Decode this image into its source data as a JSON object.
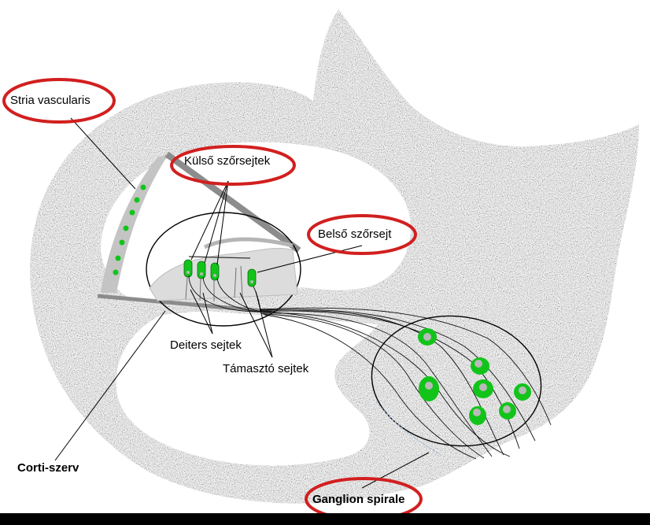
{
  "labels": {
    "stria_vascularis": "Stria vascularis",
    "kulso_szorsejtek": "Külső szőrsejtek",
    "belso_szorsejt": "Belső szőrsejt",
    "deiters_sejtek": "Deiters sejtek",
    "tamaszto_sejtek": "Támasztó sejtek",
    "corti_szerv": "Corti-szerv",
    "ganglion_spirale": "Ganglion spirale"
  },
  "colors": {
    "bone": "#9a9a9a",
    "cell_green": "#12c41a",
    "highlight_ring": "#d21f1f",
    "stria": "#b9b9b9",
    "membrane": "#8c8c8c"
  },
  "icons": [
    "cochlea-cross-section",
    "hair-cell",
    "ganglion-neuron"
  ]
}
